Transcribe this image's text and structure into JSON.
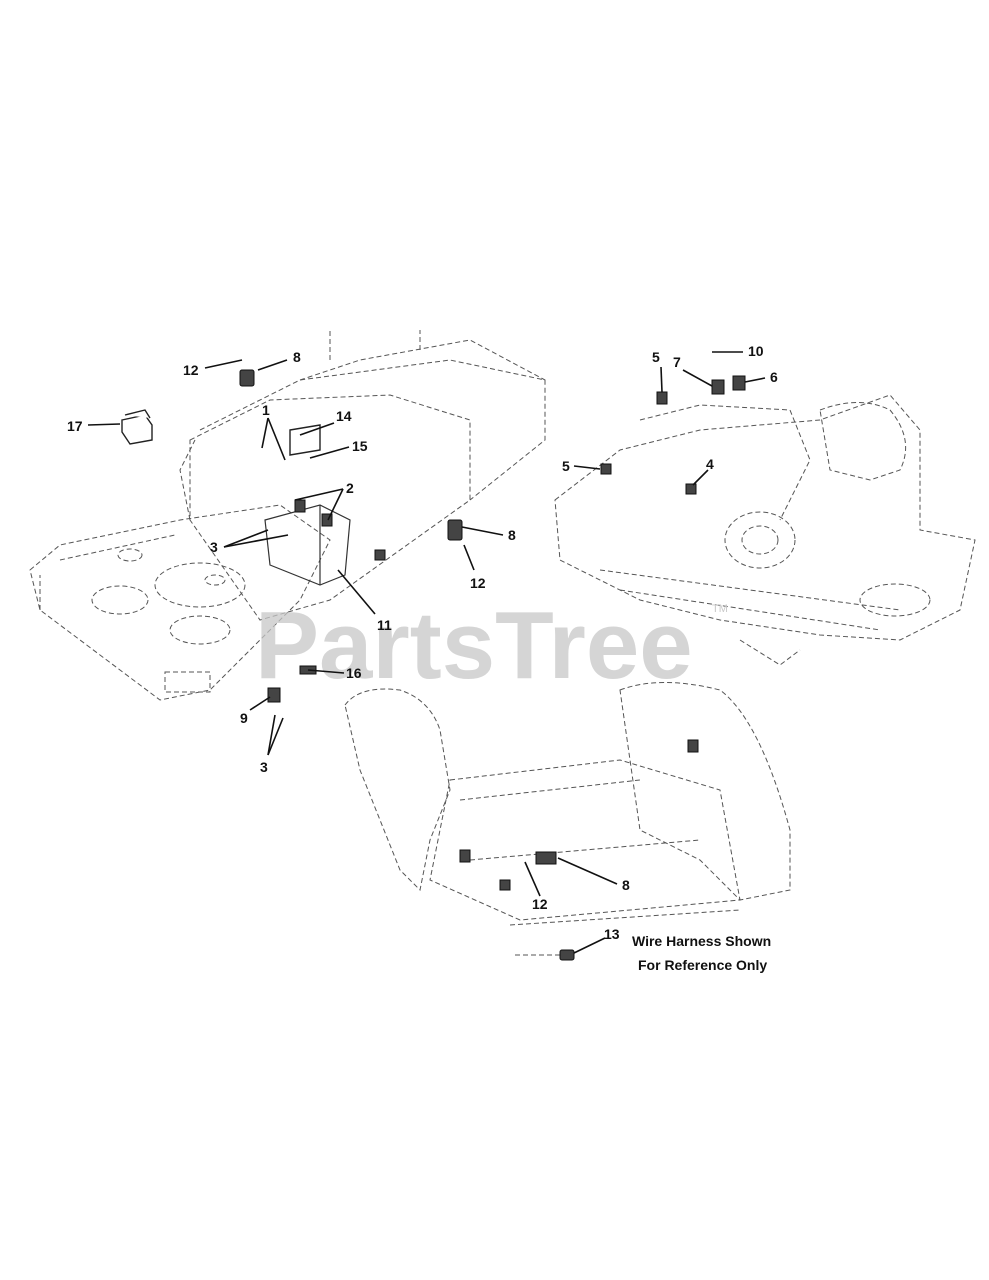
{
  "watermark": {
    "text": "PartsTree",
    "trademark": "TM"
  },
  "note": {
    "line1": "Wire Harness Shown",
    "line2": "For Reference Only"
  },
  "callouts": {
    "c1": "1",
    "c2": "2",
    "c3a": "3",
    "c3b": "3",
    "c4": "4",
    "c5a": "5",
    "c5b": "5",
    "c6": "6",
    "c7": "7",
    "c8a": "8",
    "c8b": "8",
    "c8c": "8",
    "c9": "9",
    "c10": "10",
    "c11": "11",
    "c12a": "12",
    "c12b": "12",
    "c12c": "12",
    "c13": "13",
    "c14": "14",
    "c15": "15",
    "c16": "16",
    "c17": "17"
  }
}
